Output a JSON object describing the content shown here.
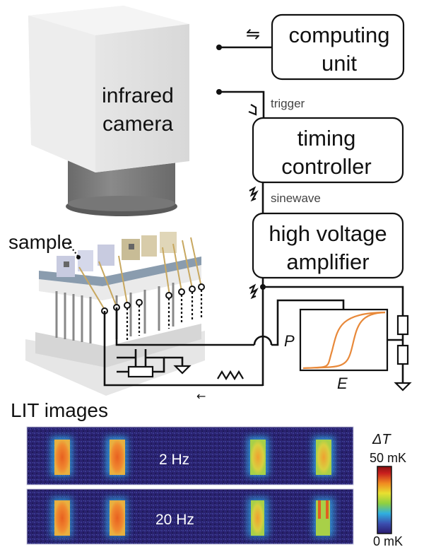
{
  "figure": {
    "camera_label_line1": "infrared",
    "camera_label_line2": "camera",
    "computing_unit_line1": "computing",
    "computing_unit_line2": "unit",
    "timing_controller_line1": "timing",
    "timing_controller_line2": "controller",
    "amplifier_line1": "high voltage",
    "amplifier_line2": "amplifier",
    "trigger_label": "trigger",
    "sinewave_label": "sinewave",
    "sample_label": "sample",
    "polarization_label": "P",
    "field_label": "E",
    "bidirectional_icon": "⇋",
    "return_arrow": "←"
  },
  "lit": {
    "title": "LIT images",
    "panels": [
      {
        "label": "2 Hz"
      },
      {
        "label": "20 Hz"
      }
    ],
    "colorbar": {
      "title": "ΔT",
      "max_label": "50 mK",
      "min_label": "0 mK",
      "colors": [
        "#2a1a6e",
        "#3b4fb0",
        "#2fb0e0",
        "#8fd040",
        "#e8e030",
        "#f08a20",
        "#c81e1e",
        "#8a1010"
      ]
    },
    "background_color": "#2a2270",
    "hysteresis_color": "#e8893a"
  }
}
